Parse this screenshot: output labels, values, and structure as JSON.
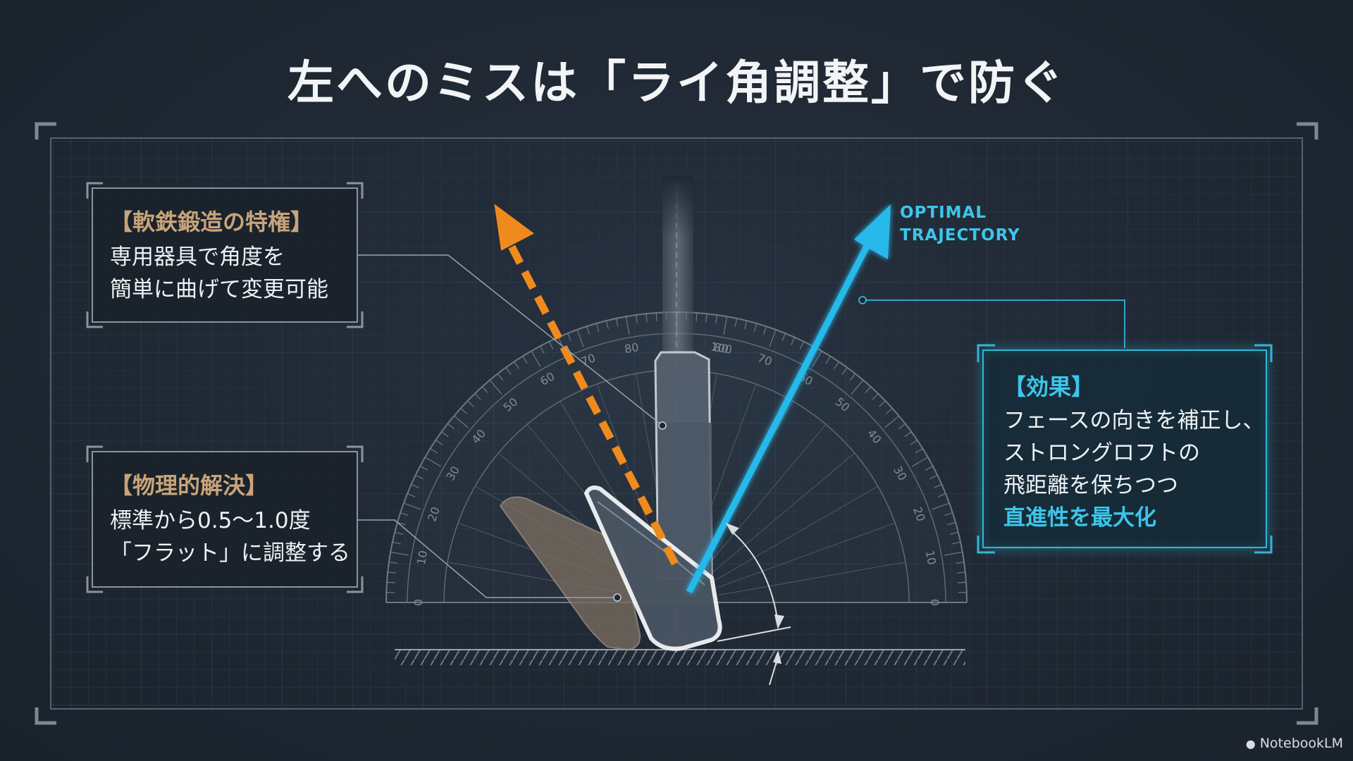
{
  "title": "左へのミスは「ライ角調整」で防ぐ",
  "box_left_top": {
    "heading": "【軟鉄鍛造の特権】",
    "lines": [
      "専用器具で角度を",
      "簡単に曲げて変更可能"
    ]
  },
  "box_left_bottom": {
    "heading": "【物理的解決】",
    "lines": [
      "標準から0.5〜1.0度",
      "「フラット」に調整する"
    ]
  },
  "box_right": {
    "heading": "【効果】",
    "lines": [
      "フェースの向きを補正し、",
      "ストロングロフトの",
      "飛距離を保ちつつ"
    ],
    "highlight": "直進性を最大化"
  },
  "arrow_label": [
    "OPTIMAL",
    "TRAJECTORY"
  ],
  "protractor": {
    "left_scale": [
      "0",
      "10",
      "20",
      "30",
      "40",
      "50",
      "60",
      "70",
      "80"
    ],
    "right_scale": [
      "0",
      "10",
      "20",
      "30",
      "40",
      "50",
      "60",
      "70",
      "80"
    ],
    "top_labels": [
      "100",
      "80"
    ]
  },
  "brand": "NotebookLM",
  "colors": {
    "orange_arrow": "#f08a1c",
    "cyan_arrow": "#27b9ea",
    "heading_tan": "#c8a47a",
    "accent_cyan": "#3cc6ea"
  }
}
